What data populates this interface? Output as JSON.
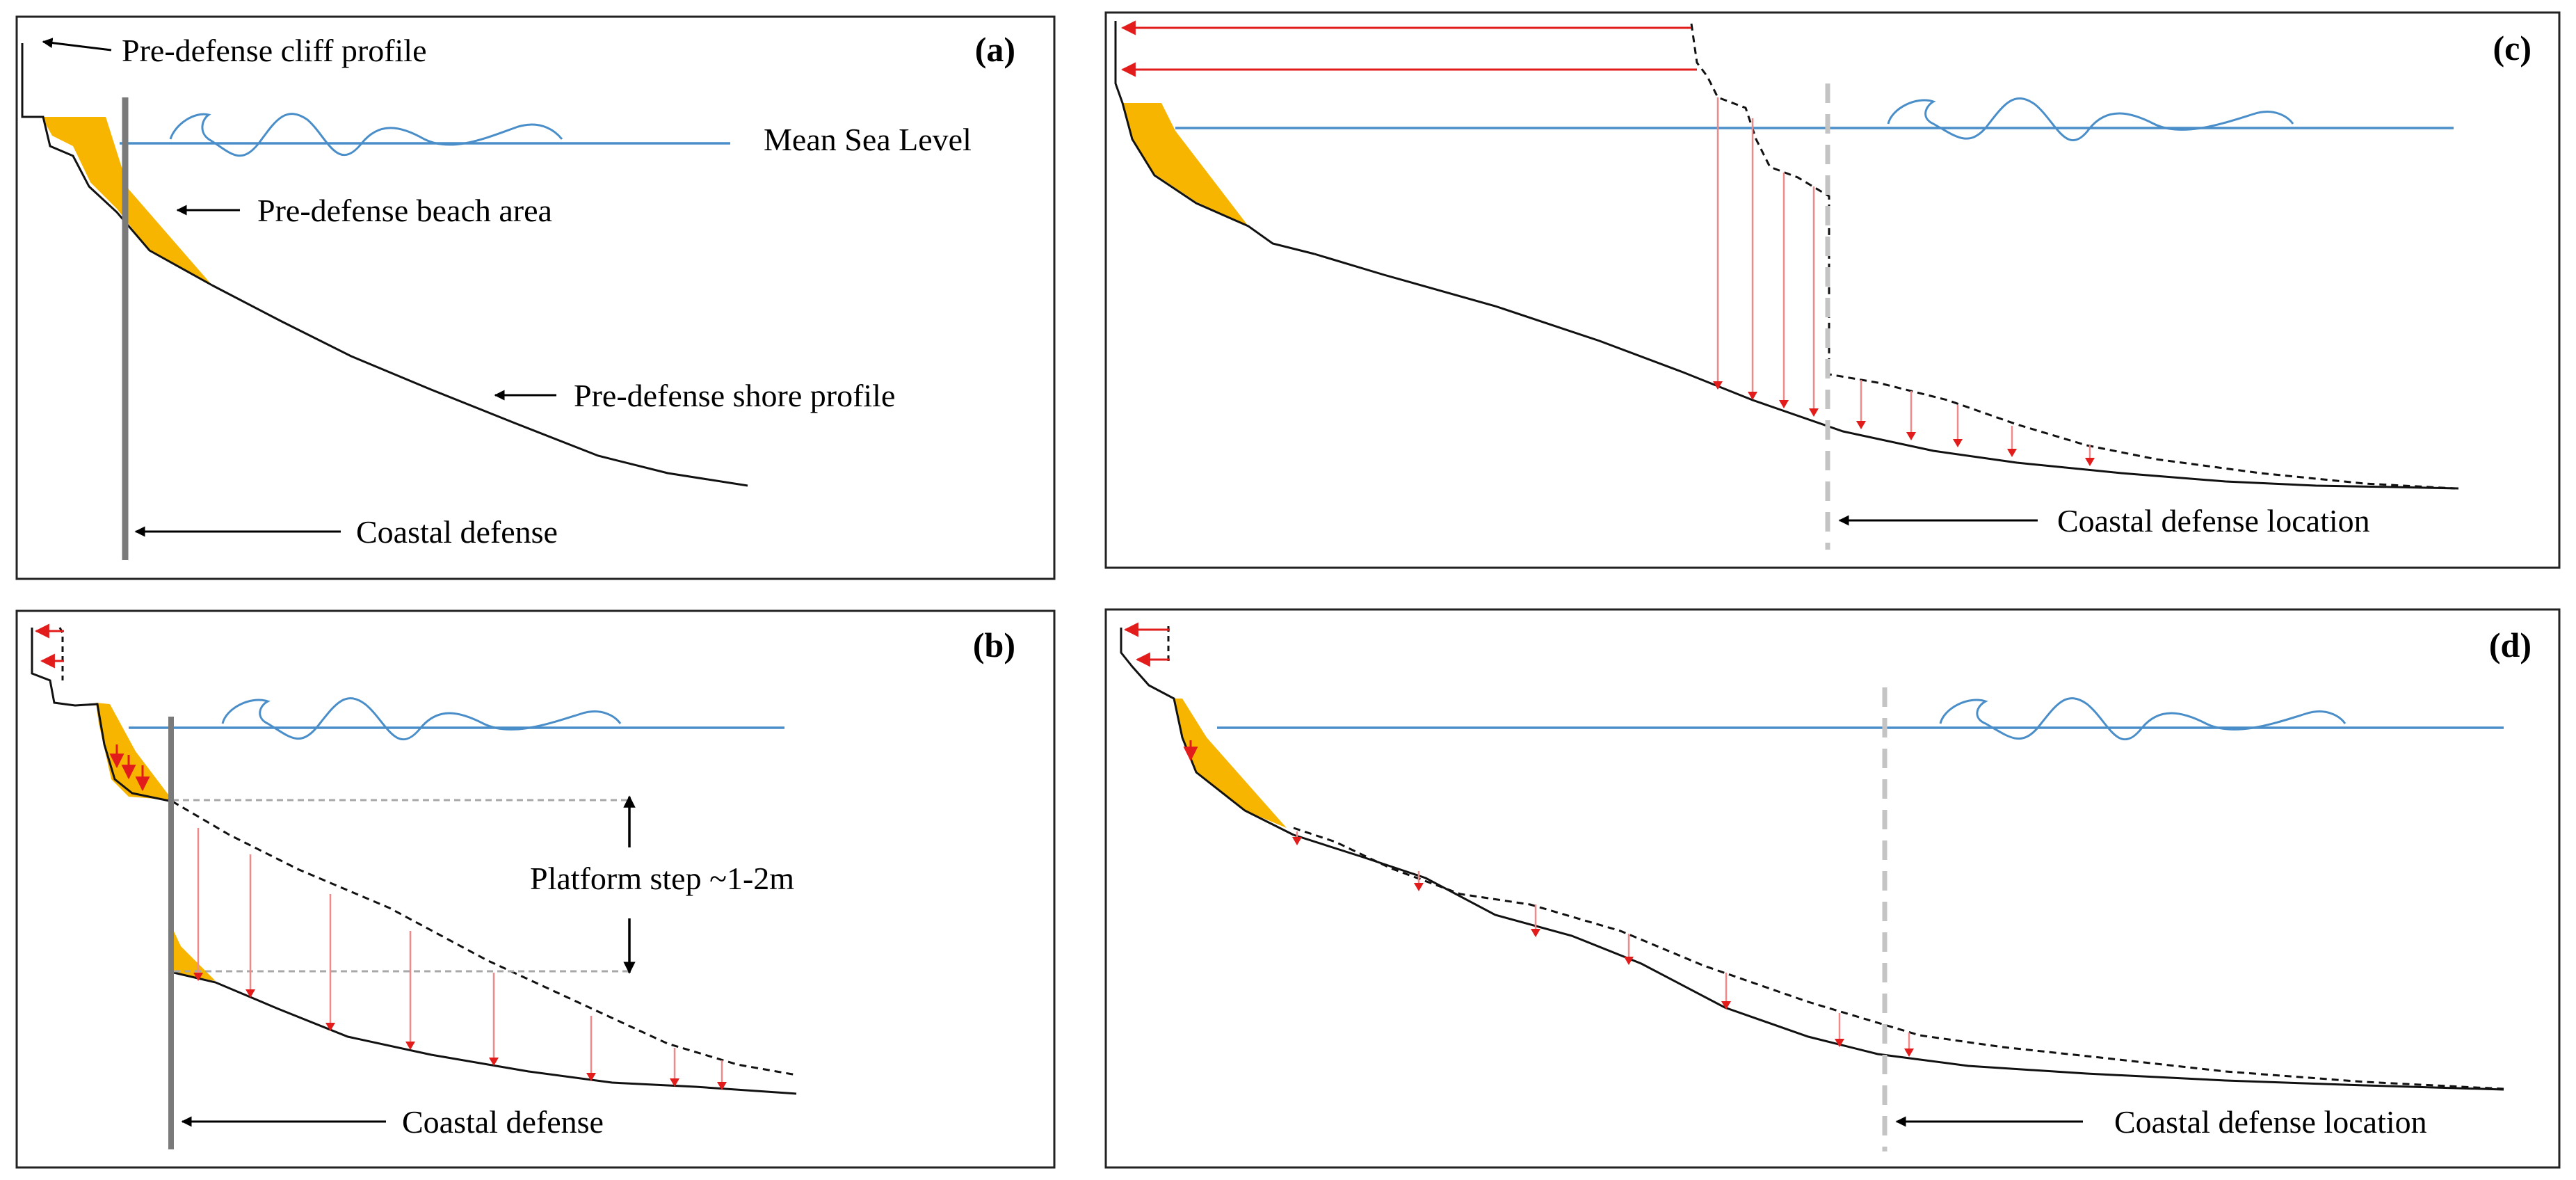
{
  "colors": {
    "sea": "#4a8ec9",
    "sand": "#f7b500",
    "erosion": "#e21b1b",
    "erosion_line": "#f08a8a",
    "defense": "#7a7a7a",
    "defense_location": "#c4c4c4",
    "guide": "#a8a8a8",
    "ink": "#111111"
  },
  "panels": {
    "a": {
      "letter": "(a)",
      "cliff_label": "Pre-defense cliff profile",
      "msl_label": "Mean Sea Level",
      "beach_label": "Pre-defense beach area",
      "shore_label": "Pre-defense shore profile",
      "defense_label": "Coastal defense"
    },
    "b": {
      "letter": "(b)",
      "step_label": "Platform step ~1-2m",
      "defense_label": "Coastal defense"
    },
    "c": {
      "letter": "(c)",
      "defense_label": "Coastal defense location"
    },
    "d": {
      "letter": "(d)",
      "defense_label": "Coastal defense location"
    }
  }
}
